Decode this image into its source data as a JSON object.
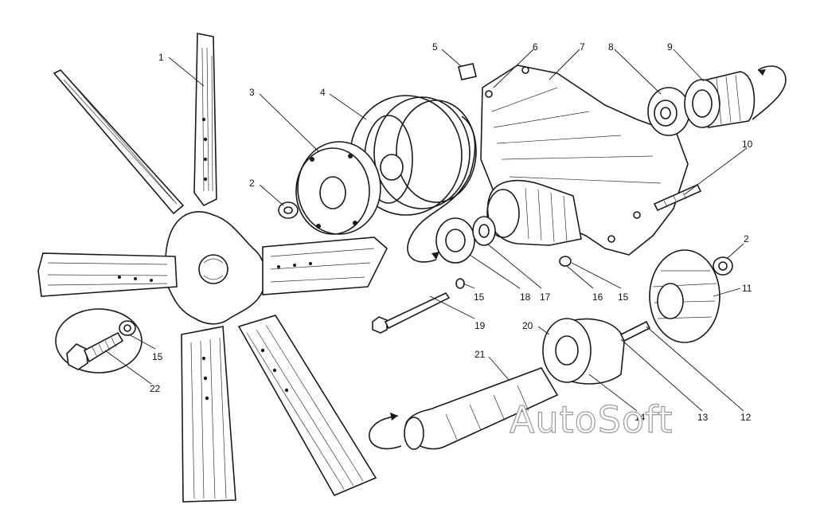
{
  "diagram": {
    "watermark": "AutoSoft",
    "callouts": [
      {
        "id": "c1",
        "text": "1"
      },
      {
        "id": "c2a",
        "text": "2"
      },
      {
        "id": "c3",
        "text": "3"
      },
      {
        "id": "c4",
        "text": "4"
      },
      {
        "id": "c5",
        "text": "5"
      },
      {
        "id": "c6",
        "text": "6"
      },
      {
        "id": "c7",
        "text": "7"
      },
      {
        "id": "c8",
        "text": "8"
      },
      {
        "id": "c9",
        "text": "9"
      },
      {
        "id": "c10",
        "text": "10"
      },
      {
        "id": "c2b",
        "text": "2"
      },
      {
        "id": "c11",
        "text": "11"
      },
      {
        "id": "c15a",
        "text": "15"
      },
      {
        "id": "c16",
        "text": "16"
      },
      {
        "id": "c15b",
        "text": "15"
      },
      {
        "id": "c17",
        "text": "17"
      },
      {
        "id": "c18",
        "text": "18"
      },
      {
        "id": "c19",
        "text": "19"
      },
      {
        "id": "c20",
        "text": "20"
      },
      {
        "id": "c21",
        "text": "21"
      },
      {
        "id": "c14",
        "text": "14"
      },
      {
        "id": "c13",
        "text": "13"
      },
      {
        "id": "c12",
        "text": "12"
      },
      {
        "id": "c15c",
        "text": "15"
      },
      {
        "id": "c22",
        "text": "22"
      }
    ]
  }
}
